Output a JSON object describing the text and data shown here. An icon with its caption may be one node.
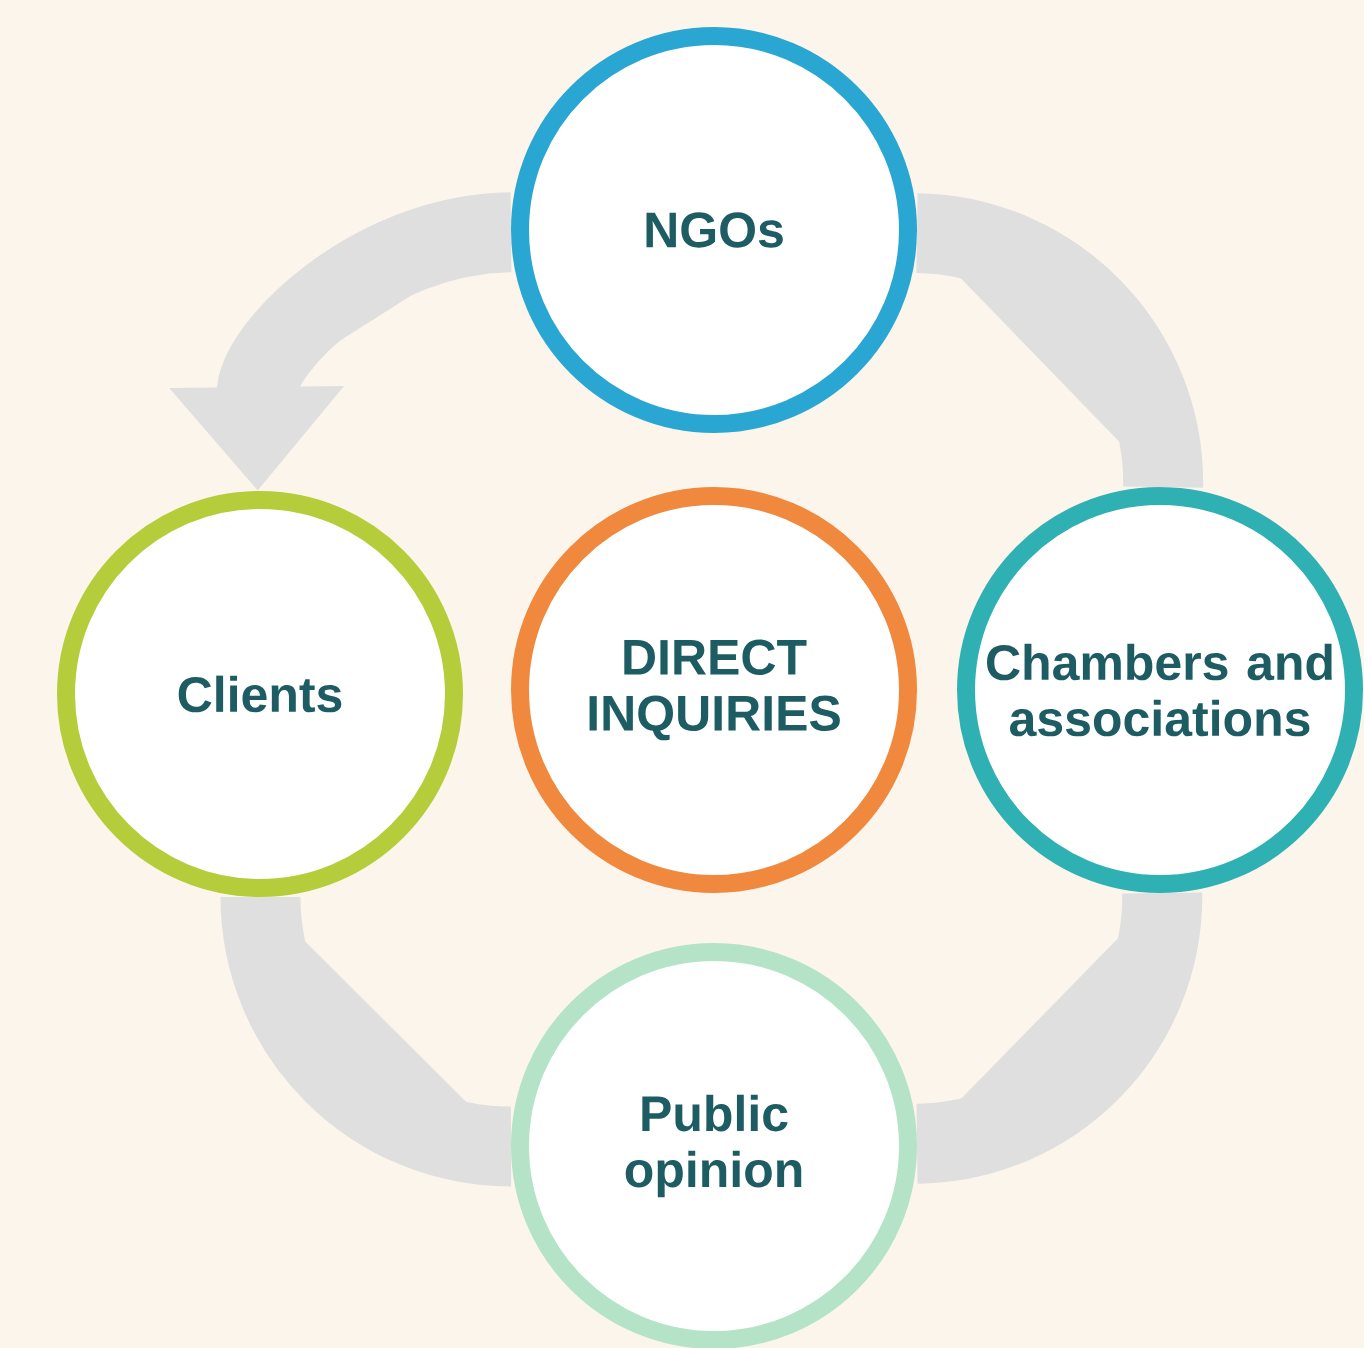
{
  "diagram": {
    "nodes": [
      {
        "text": [
          "NGOs"
        ]
      },
      {
        "text": [
          "Clients"
        ]
      },
      {
        "text": [
          "DIRECT INQUIRIES"
        ]
      },
      {
        "text": [
          "Chambers and associations"
        ]
      },
      {
        "text": [
          "Public opinion"
        ]
      }
    ],
    "edges": [
      {
        "from": 0,
        "to": 1,
        "arrow": "to"
      },
      {
        "from": 1,
        "to": 4,
        "arrow": "none"
      },
      {
        "from": 4,
        "to": 3,
        "arrow": "none"
      },
      {
        "from": 3,
        "to": 0,
        "arrow": "none"
      }
    ]
  }
}
